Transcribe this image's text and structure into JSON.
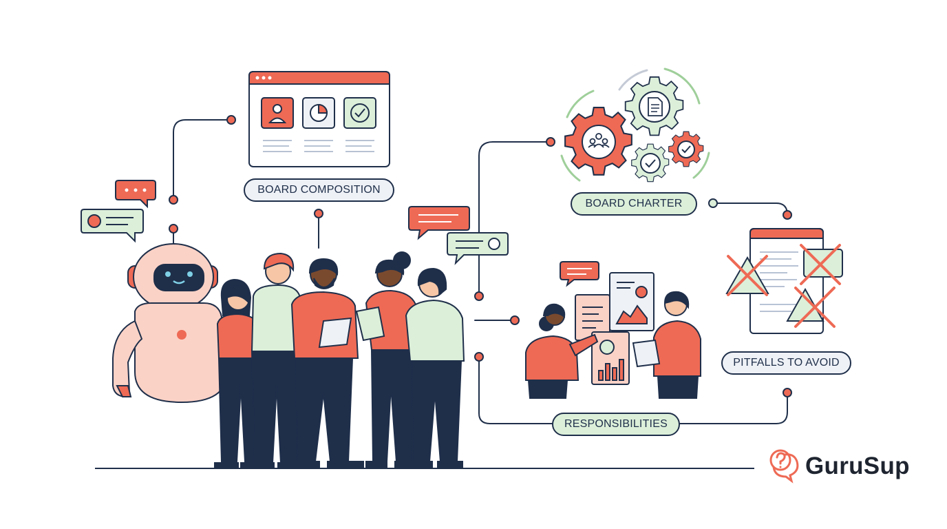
{
  "labels": {
    "board_composition": "BOARD COMPOSITION",
    "board_charter": "BOARD CHARTER",
    "pitfalls": "PITFALLS TO AVOID",
    "responsibilities": "RESPONSIBILITIES"
  },
  "brand": {
    "name": "GuruSup",
    "icon": "question-chat-bubble-icon"
  },
  "colors": {
    "coral": "#ee6a55",
    "navy": "#1f2f4a",
    "mint": "#dcefd9",
    "mint_dark": "#9fcf9a",
    "pink": "#fbd2c6",
    "skin_light": "#f6c6a6",
    "skin_dark": "#7a4a2e"
  }
}
